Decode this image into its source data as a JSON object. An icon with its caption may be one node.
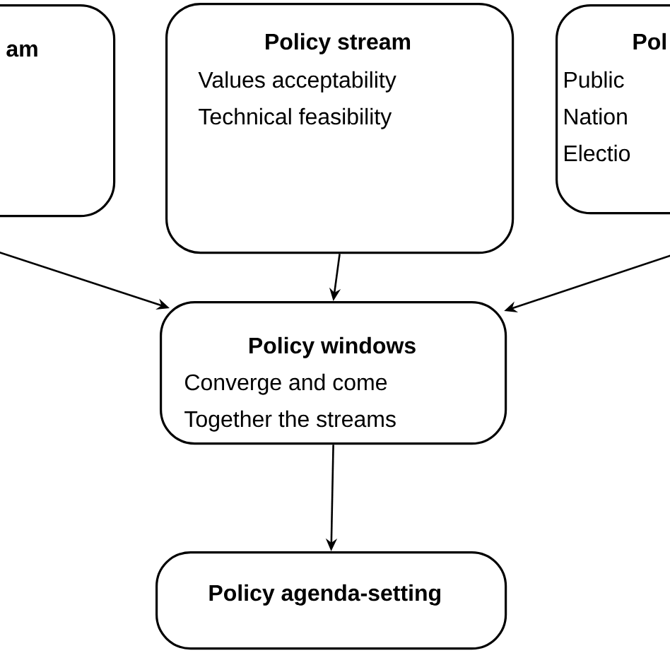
{
  "diagram": {
    "nodes": [
      {
        "text": [
          "am"
        ]
      },
      {
        "text": [
          "Policy stream",
          "Values acceptability",
          "Technical feasibility"
        ]
      },
      {
        "text": [
          "Pol",
          "Public",
          "Nation",
          "Electio"
        ]
      },
      {
        "text": [
          "Policy windows",
          "Converge and come",
          "Together the streams"
        ]
      },
      {
        "text": [
          "Policy agenda-setting"
        ]
      }
    ],
    "edges": [
      {
        "from": 0,
        "to": 3,
        "arrow": "to"
      },
      {
        "from": 1,
        "to": 3,
        "arrow": "to"
      },
      {
        "from": 2,
        "to": 3,
        "arrow": "to"
      },
      {
        "from": 3,
        "to": 4,
        "arrow": "to"
      }
    ]
  }
}
